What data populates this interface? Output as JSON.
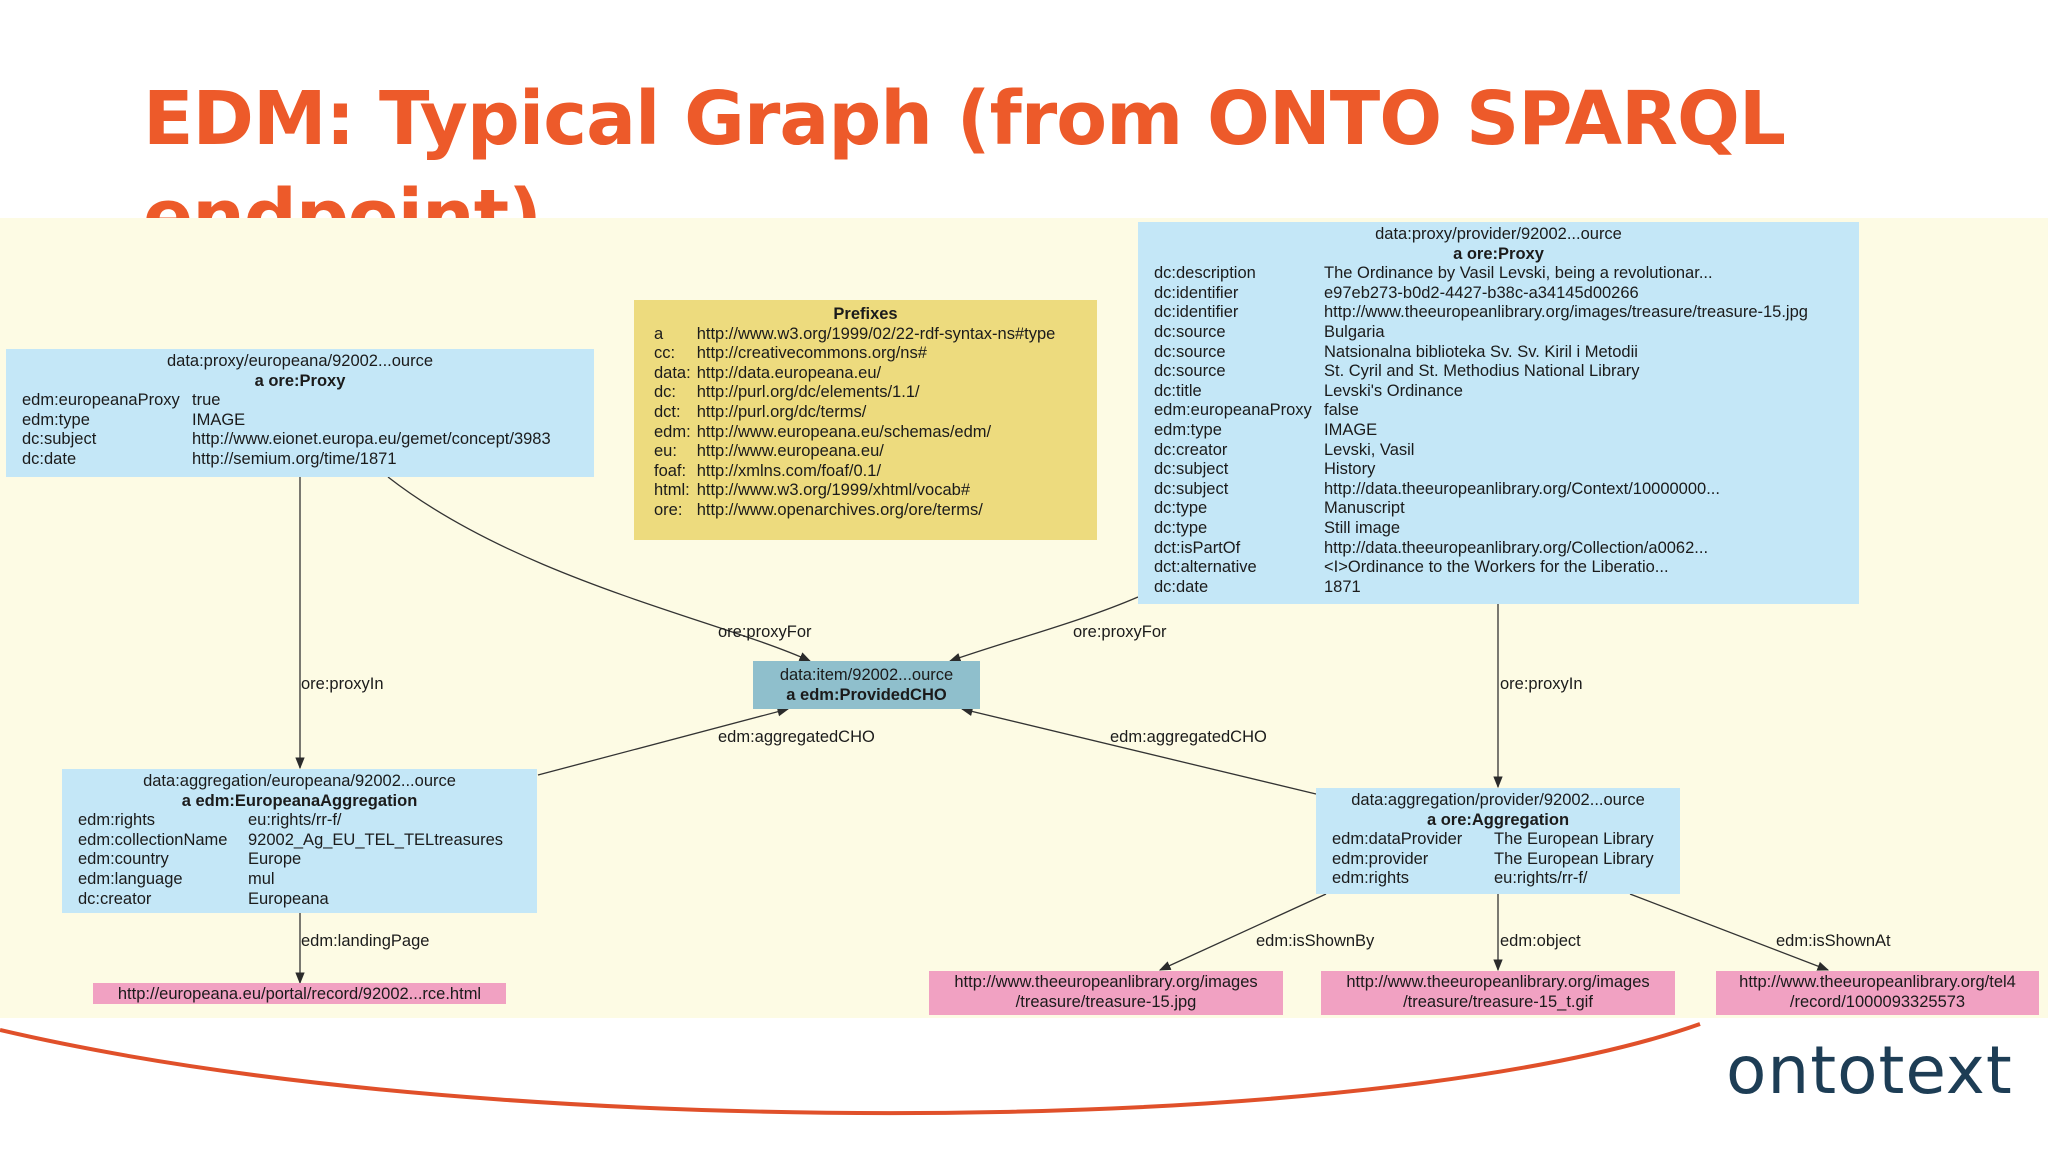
{
  "slide": {
    "title": "EDM: Typical Graph (from ONTO SPARQL endpoint)",
    "logo_text": "ontotext",
    "colors": {
      "title": "#ed5a2a",
      "panel": "#fdfbe4",
      "node_blue": "#c4e7f7",
      "node_cho": "#8fbfcc",
      "node_pink": "#f1a1c2",
      "prefix_box": "#eddb7e",
      "swoosh": "#e0502a",
      "logo": "#1d3d55"
    }
  },
  "nodes": {
    "europeana_proxy": {
      "header": "data:proxy/europeana/92002...ource",
      "type": "a ore:Proxy",
      "rows": [
        {
          "k": "edm:europeanaProxy",
          "v": "true"
        },
        {
          "k": "edm:type",
          "v": "IMAGE"
        },
        {
          "k": "dc:subject",
          "v": "http://www.eionet.europa.eu/gemet/concept/3983"
        },
        {
          "k": "dc:date",
          "v": "http://semium.org/time/1871"
        }
      ]
    },
    "provider_proxy": {
      "header": "data:proxy/provider/92002...ource",
      "type": "a ore:Proxy",
      "rows": [
        {
          "k": "dc:description",
          "v": "The Ordinance by Vasil Levski, being a revolutionar..."
        },
        {
          "k": "dc:identifier",
          "v": "e97eb273-b0d2-4427-b38c-a34145d00266"
        },
        {
          "k": "dc:identifier",
          "v": "http://www.theeuropeanlibrary.org/images/treasure/treasure-15.jpg"
        },
        {
          "k": "dc:source",
          "v": "Bulgaria"
        },
        {
          "k": "dc:source",
          "v": "Natsionalna biblioteka Sv. Sv. Kiril i Metodii"
        },
        {
          "k": "dc:source",
          "v": "St. Cyril and St. Methodius National Library"
        },
        {
          "k": "dc:title",
          "v": "Levski's Ordinance"
        },
        {
          "k": "edm:europeanaProxy",
          "v": "false"
        },
        {
          "k": "edm:type",
          "v": "IMAGE"
        },
        {
          "k": "dc:creator",
          "v": "Levski, Vasil"
        },
        {
          "k": "dc:subject",
          "v": "History"
        },
        {
          "k": "dc:subject",
          "v": "http://data.theeuropeanlibrary.org/Context/10000000..."
        },
        {
          "k": "dc:type",
          "v": "Manuscript"
        },
        {
          "k": "dc:type",
          "v": "Still image"
        },
        {
          "k": "dct:isPartOf",
          "v": "http://data.theeuropeanlibrary.org/Collection/a0062..."
        },
        {
          "k": "dct:alternative",
          "v": "<I>Ordinance to the Workers for the Liberatio..."
        },
        {
          "k": "dc:date",
          "v": "1871"
        }
      ]
    },
    "europeana_aggregation": {
      "header": "data:aggregation/europeana/92002...ource",
      "type": "a edm:EuropeanaAggregation",
      "rows": [
        {
          "k": "edm:rights",
          "v": "eu:rights/rr-f/"
        },
        {
          "k": "edm:collectionName",
          "v": "92002_Ag_EU_TEL_TELtreasures"
        },
        {
          "k": "edm:country",
          "v": "Europe"
        },
        {
          "k": "edm:language",
          "v": "mul"
        },
        {
          "k": "dc:creator",
          "v": "Europeana"
        }
      ]
    },
    "provider_aggregation": {
      "header": "data:aggregation/provider/92002...ource",
      "type": "a ore:Aggregation",
      "rows": [
        {
          "k": "edm:dataProvider",
          "v": "The European Library"
        },
        {
          "k": "edm:provider",
          "v": "The European Library"
        },
        {
          "k": "edm:rights",
          "v": "eu:rights/rr-f/"
        }
      ]
    },
    "cho": {
      "header": "data:item/92002...ource",
      "type": "a edm:ProvidedCHO"
    },
    "landing_page": {
      "line1": "http://europeana.eu/portal/record/92002...rce.html"
    },
    "shown_by": {
      "line1": "http://www.theeuropeanlibrary.org/images",
      "line2": "/treasure/treasure-15.jpg"
    },
    "object": {
      "line1": "http://www.theeuropeanlibrary.org/images",
      "line2": "/treasure/treasure-15_t.gif"
    },
    "shown_at": {
      "line1": "http://www.theeuropeanlibrary.org/tel4",
      "line2": "/record/1000093325573"
    }
  },
  "prefixes": {
    "title": "Prefixes",
    "rows": [
      {
        "k": "a",
        "v": "http://www.w3.org/1999/02/22-rdf-syntax-ns#type"
      },
      {
        "k": "cc:",
        "v": "http://creativecommons.org/ns#"
      },
      {
        "k": "data:",
        "v": "http://data.europeana.eu/"
      },
      {
        "k": "dc:",
        "v": "http://purl.org/dc/elements/1.1/"
      },
      {
        "k": "dct:",
        "v": "http://purl.org/dc/terms/"
      },
      {
        "k": "edm:",
        "v": "http://www.europeana.eu/schemas/edm/"
      },
      {
        "k": "eu:",
        "v": "http://www.europeana.eu/"
      },
      {
        "k": "foaf:",
        "v": "http://xmlns.com/foaf/0.1/"
      },
      {
        "k": "html:",
        "v": "http://www.w3.org/1999/xhtml/vocab#"
      },
      {
        "k": "ore:",
        "v": "http://www.openarchives.org/ore/terms/"
      }
    ]
  },
  "edges": {
    "proxyfor_left": "ore:proxyFor",
    "proxyfor_right": "ore:proxyFor",
    "proxyin_left": "ore:proxyIn",
    "proxyin_right": "ore:proxyIn",
    "aggcho_left": "edm:aggregatedCHO",
    "aggcho_right": "edm:aggregatedCHO",
    "landing": "edm:landingPage",
    "shownby": "edm:isShownBy",
    "object": "edm:object",
    "shownat": "edm:isShownAt"
  }
}
